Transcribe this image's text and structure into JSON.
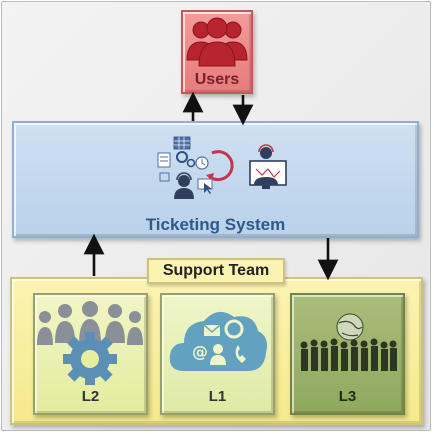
{
  "nodes": {
    "users": {
      "label": "Users",
      "icon": "users-group-icon"
    },
    "ticketing": {
      "label": "Ticketing System",
      "icon": "ticketing-workflow-icon"
    },
    "support": {
      "label": "Support Team"
    },
    "l2": {
      "label": "L2",
      "icon": "team-gear-icon"
    },
    "l1": {
      "label": "L1",
      "icon": "contact-cloud-icon"
    },
    "l3": {
      "label": "L3",
      "icon": "crowd-globe-icon"
    }
  },
  "colors": {
    "users_fill": "#e77c7c",
    "ticketing_fill": "#cfe0f1",
    "support_fill": "#fbf3b2",
    "l3_fill": "#8fa85e"
  }
}
